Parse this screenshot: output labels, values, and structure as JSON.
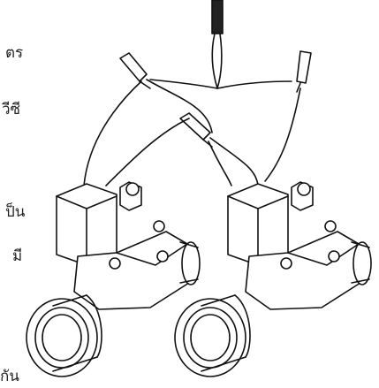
{
  "text_fragments": [
    {
      "text": "ตร"
    },
    {
      "text": "วีซี"
    },
    {
      "text": "ป็น"
    },
    {
      "text": "มี"
    },
    {
      "text": "กัน"
    }
  ],
  "illustration": {
    "subject": "two-solenoid-valves-with-wire-connectors",
    "line_color": "#111111",
    "fill_color": "#ffffff"
  }
}
